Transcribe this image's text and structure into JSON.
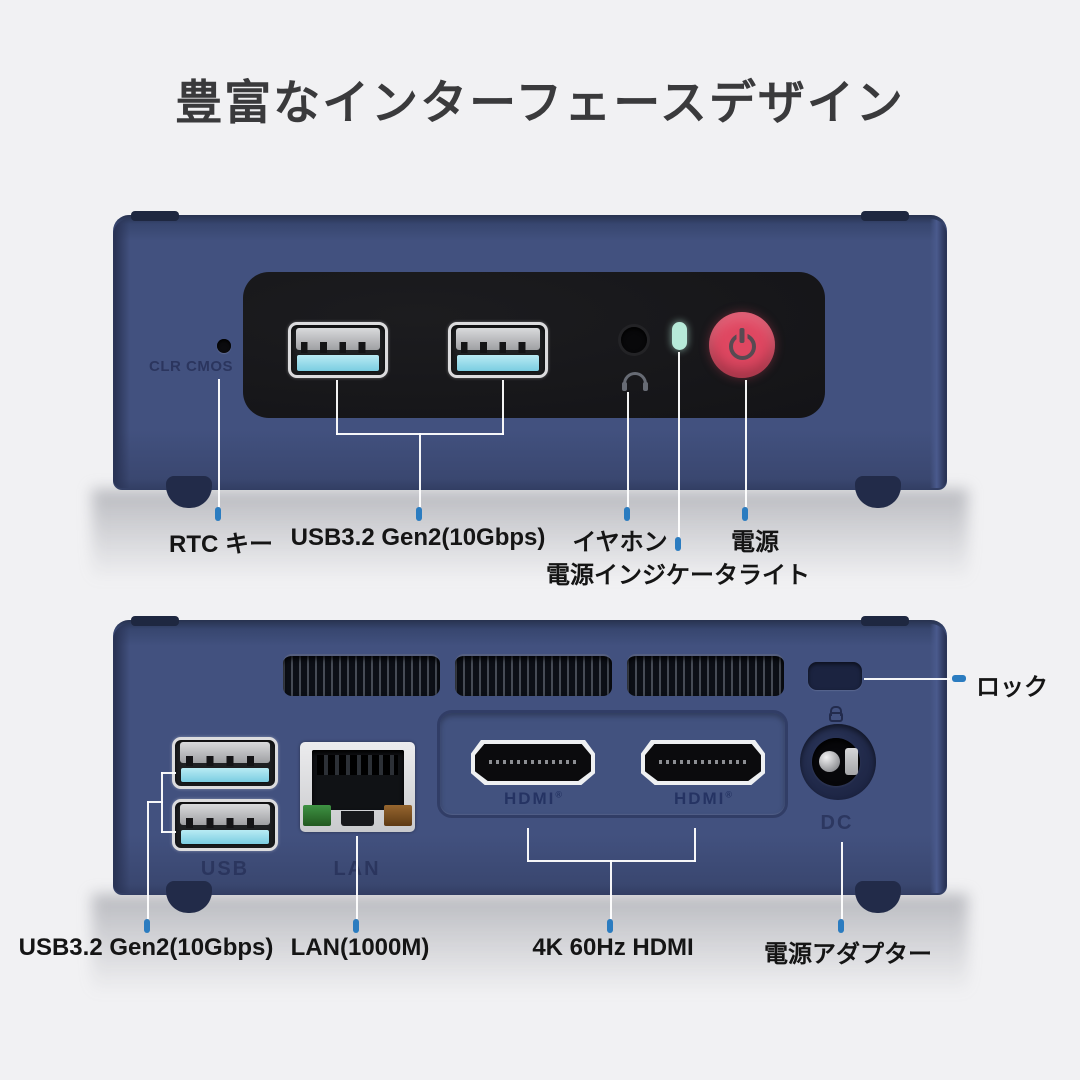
{
  "title": "豊富なインターフェースデザイン",
  "front_panel": {
    "clr_cmos_label": "CLR CMOS",
    "annotations": {
      "rtc": "RTC キー",
      "usb": "USB3.2 Gen2(10Gbps)",
      "earphone": "イヤホン",
      "power_indicator": "電源インジケータライト",
      "power": "電源"
    }
  },
  "back_panel": {
    "usb_label": "USB",
    "lan_label": "LAN",
    "hdmi_label": "HDMI",
    "hdmi_reg_mark": "®",
    "dc_label": "DC",
    "annotations": {
      "usb": "USB3.2 Gen2(10Gbps)",
      "lan": "LAN(1000M)",
      "hdmi": "4K 60Hz HDMI",
      "power_adapter": "電源アダプター",
      "lock": "ロック"
    }
  },
  "colors": {
    "bg": "#f1f1f3",
    "body-blue": "#41507f",
    "panel-black": "#17171a",
    "tick-blue": "#2b7cc0",
    "power-button": "#df4761",
    "indicator-mint": "#b7ead9",
    "usb-tongue": "#8fd6e8",
    "navy-text": "#273159",
    "label-text": "#151515"
  }
}
